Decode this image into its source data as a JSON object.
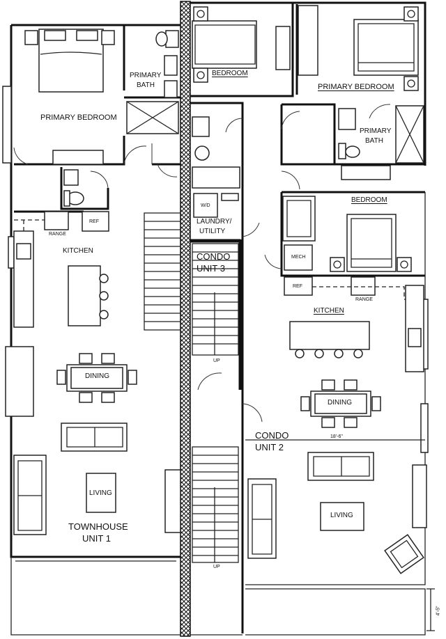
{
  "plan": {
    "unit_left": {
      "primary_bedroom": "PRIMARY BEDROOM",
      "primary_bath_line1": "PRIMARY",
      "primary_bath_line2": "BATH",
      "kitchen": "KITCHEN",
      "ref": "REF",
      "range": "RANGE",
      "dining": "DINING",
      "living": "LIVING",
      "name_line1": "TOWNHOUSE",
      "name_line2": "UNIT 1"
    },
    "center": {
      "bedroom": "BEDROOM",
      "laundry_line1": "LAUNDRY/",
      "laundry_line2": "UTILITY",
      "wd": "W/D",
      "condo3_line1": "CONDO",
      "condo3_line2": "UNIT 3",
      "up_upper": "UP",
      "up_lower": "UP"
    },
    "unit_right": {
      "primary_bedroom": "PRIMARY BEDROOM",
      "primary_bath_line1": "PRIMARY",
      "primary_bath_line2": "BATH",
      "bedroom": "BEDROOM",
      "mech": "MECH",
      "ref": "REF",
      "range": "RANGE",
      "kitchen": "KITCHEN",
      "dining": "DINING",
      "condo2_line1": "CONDO",
      "condo2_line2": "UNIT 2",
      "dimension": "18'-6\"",
      "living": "LIVING",
      "side_dim": "4'-5\""
    },
    "colors": {
      "line": "#111111",
      "background": "#ffffff"
    }
  }
}
